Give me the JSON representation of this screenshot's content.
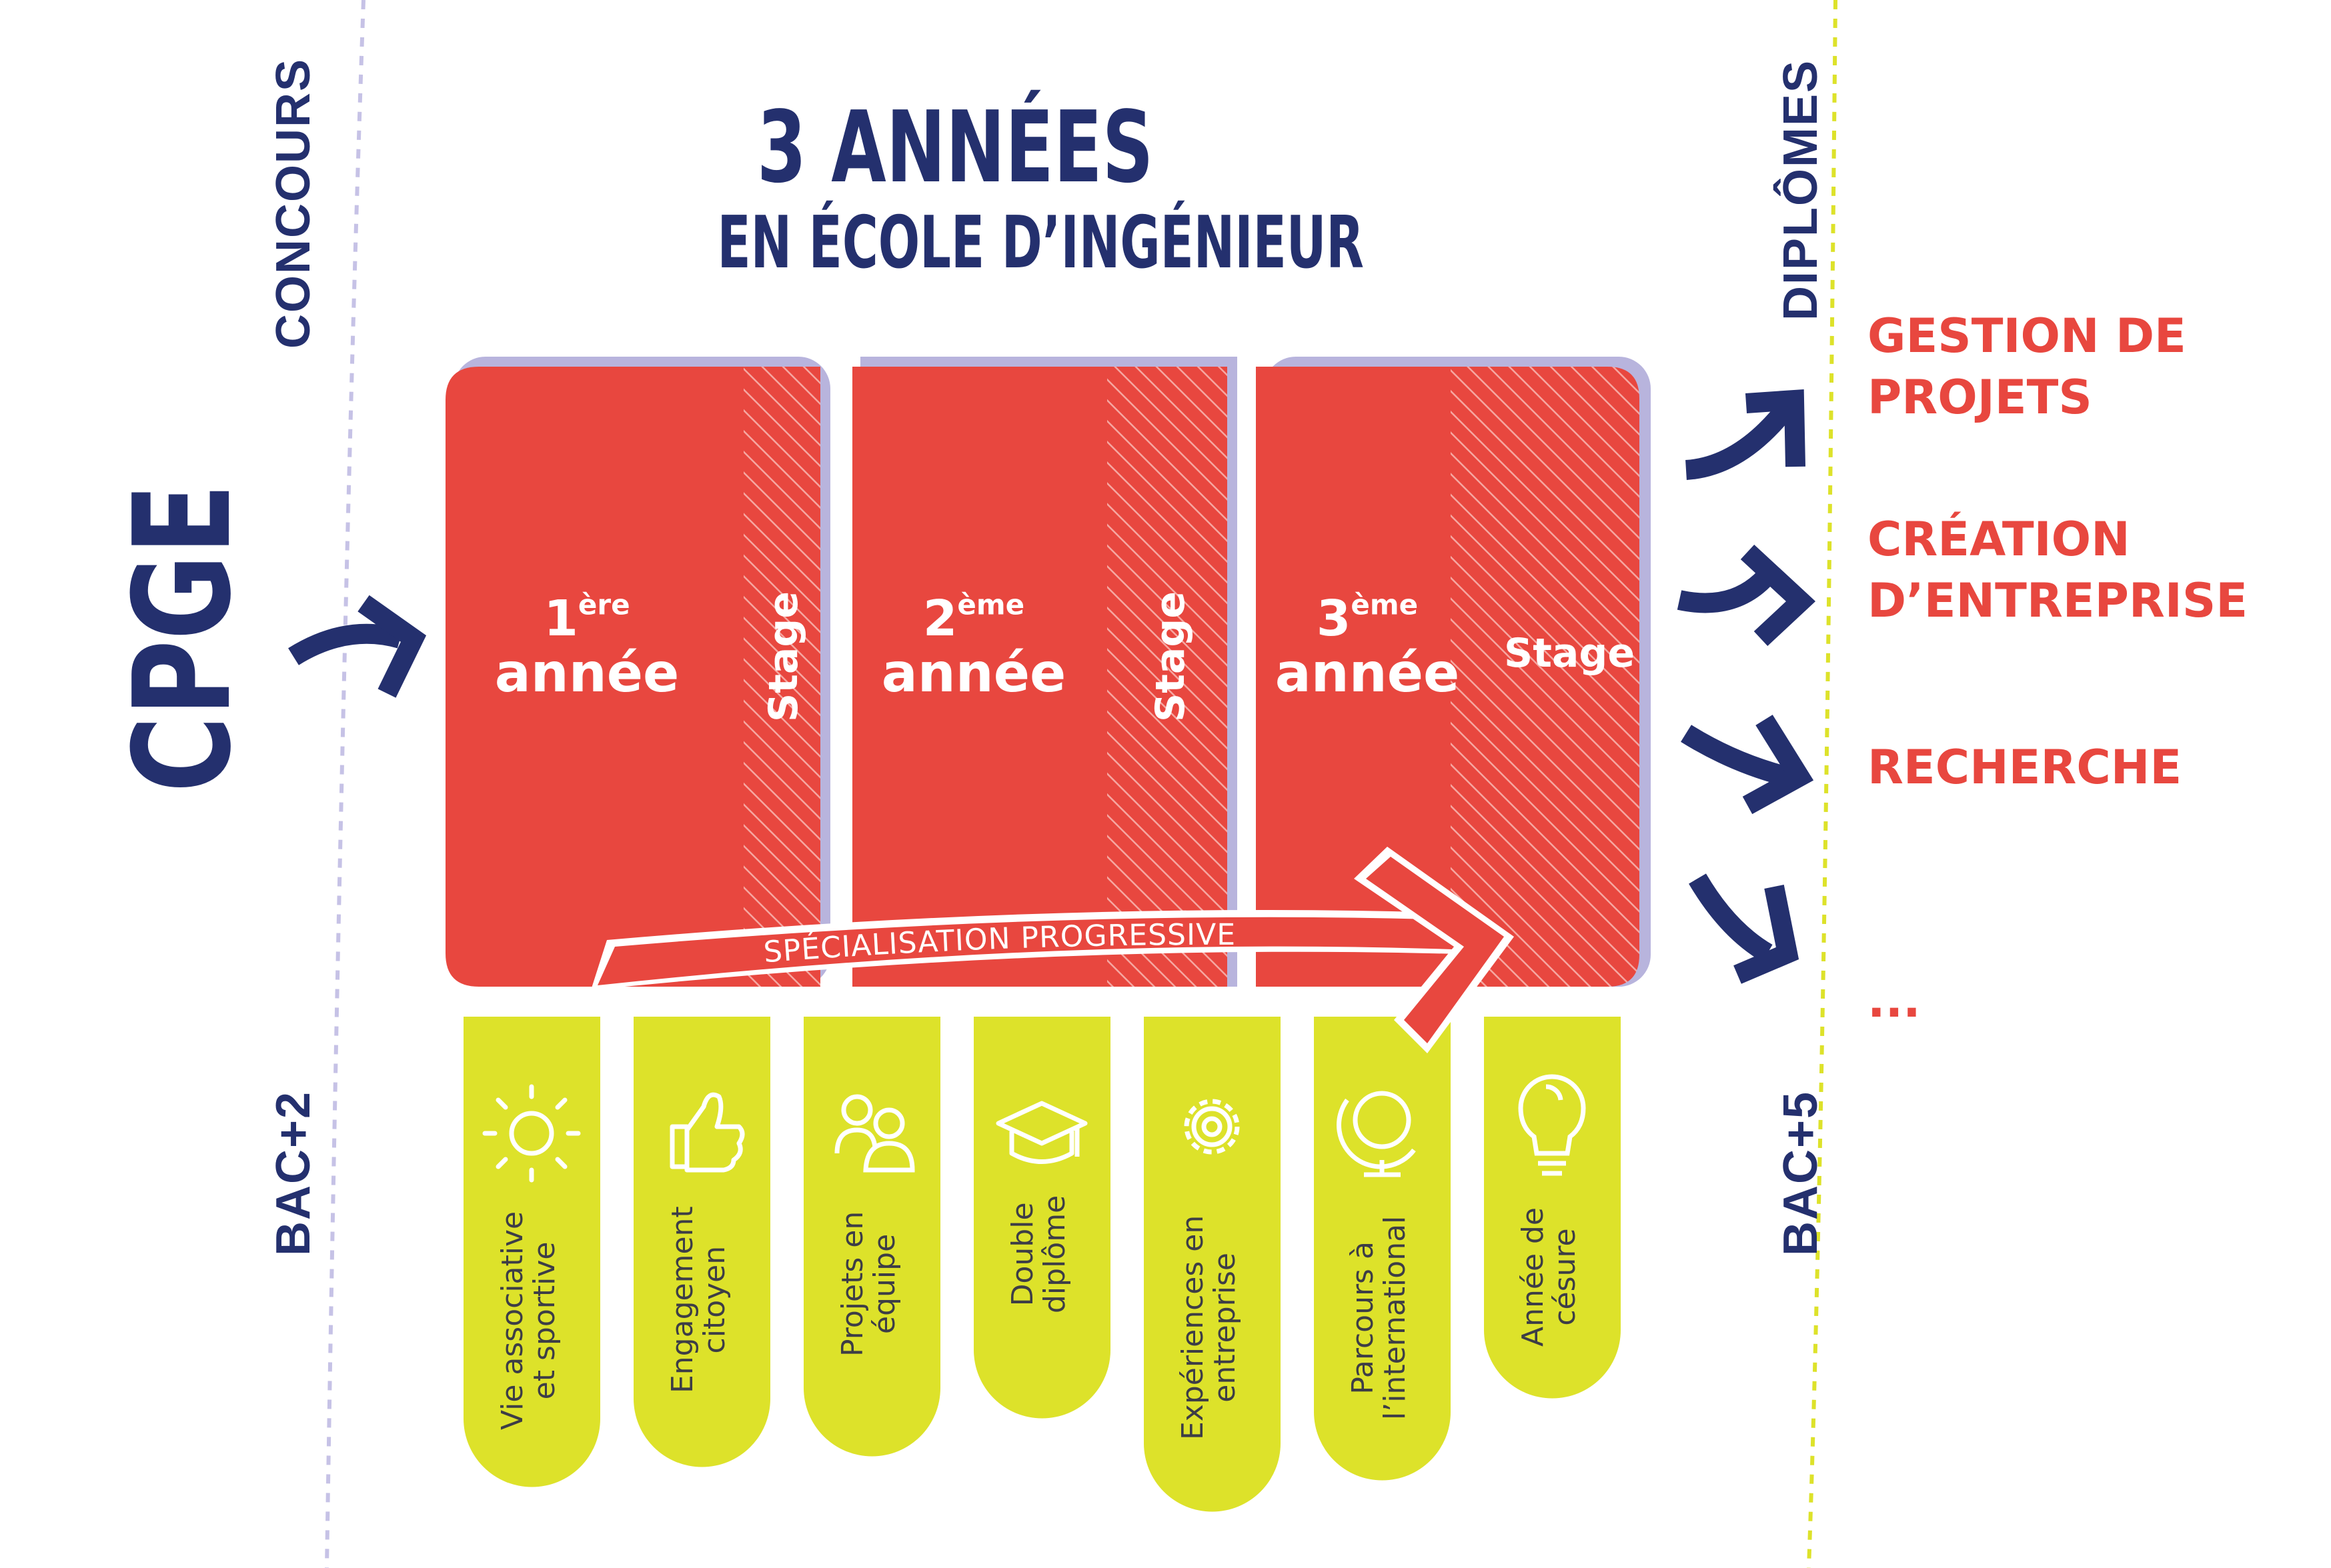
{
  "title": {
    "line1": "3 ANNÉES",
    "line2": "EN ÉCOLE D’INGÉNIEUR"
  },
  "left": {
    "entry": "CPGE",
    "top_label": "CONCOURS",
    "bottom_label": "BAC+2"
  },
  "right": {
    "top_label": "DIPLÔMES",
    "bottom_label": "BAC+5"
  },
  "years": [
    {
      "num": "1",
      "suffix": "ère",
      "word": "année",
      "stage": "Stage"
    },
    {
      "num": "2",
      "suffix": "ème",
      "word": "année",
      "stage": "Stage"
    },
    {
      "num": "3",
      "suffix": "ème",
      "word": "année",
      "stage": "Stage"
    }
  ],
  "specialisation_label": "SPÉCIALISATION PROGRESSIVE",
  "activities": [
    {
      "line1": "Vie associative",
      "line2": "et sportive",
      "icon": "sun-icon"
    },
    {
      "line1": "Engagement",
      "line2": "citoyen",
      "icon": "thumbs-up-icon"
    },
    {
      "line1": "Projets en",
      "line2": "équipe",
      "icon": "people-icon"
    },
    {
      "line1": "Double",
      "line2": "diplôme",
      "icon": "graduation-cap-icon"
    },
    {
      "line1": "Expériences en",
      "line2": "entreprise",
      "icon": "gear-icon"
    },
    {
      "line1": "Parcours à",
      "line2": "l’international",
      "icon": "globe-icon"
    },
    {
      "line1": "Année de",
      "line2": "césure",
      "icon": "lightbulb-icon"
    }
  ],
  "outcomes": [
    {
      "line1": "GESTION DE",
      "line2": "PROJETS"
    },
    {
      "line1": "CRÉATION",
      "line2": "D’ENTREPRISE"
    },
    {
      "line1": "RECHERCHE",
      "line2": ""
    },
    {
      "line1": "...",
      "line2": ""
    }
  ],
  "colors": {
    "navy": "#24306e",
    "red": "#e8473f",
    "lime": "#dde22a",
    "lavender": "#b8b4dd",
    "dotted_left": "#c6c2e6",
    "dotted_right": "#dde22a"
  }
}
